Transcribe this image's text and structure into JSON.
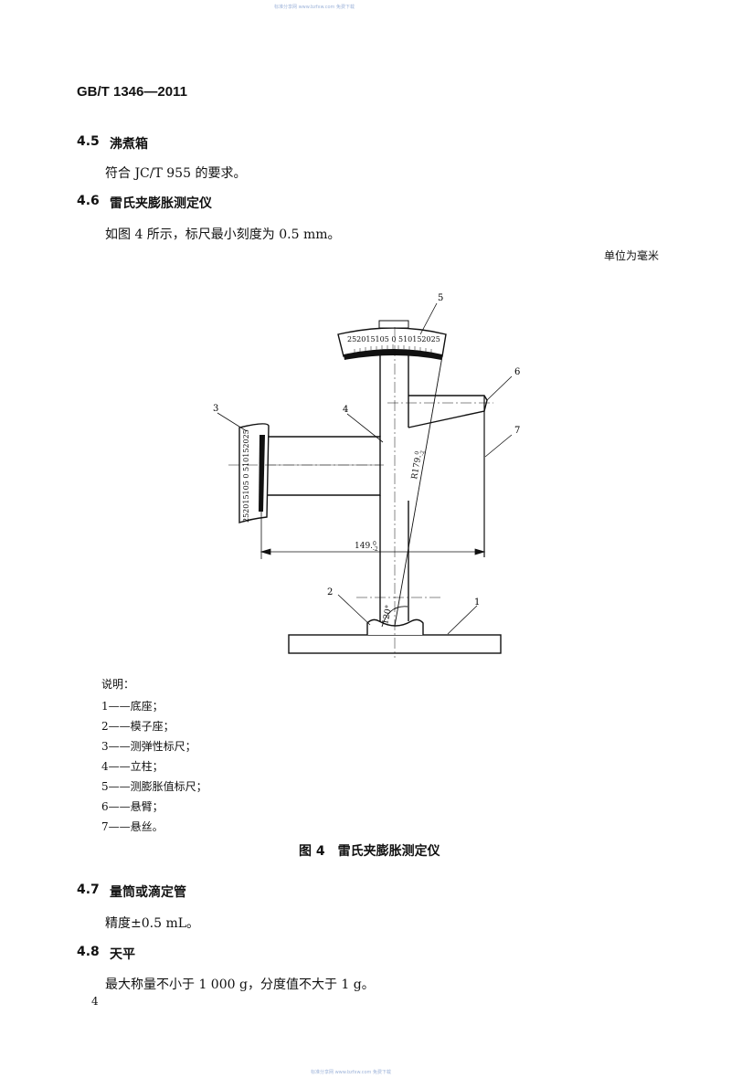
{
  "watermark": "标准分享网 www.bzfxw.com 免费下载",
  "header": {
    "standard_id": "GB/T 1346—2011"
  },
  "sections": [
    {
      "num": "4.5",
      "title": "沸煮箱",
      "body": "符合 JC/T 955 的要求。"
    },
    {
      "num": "4.6",
      "title": "雷氏夹膨胀测定仪",
      "body": "如图 4 所示，标尺最小刻度为 0.5 mm。"
    },
    {
      "num": "4.7",
      "title": "量筒或滴定管",
      "body": "精度±0.5 mL。"
    },
    {
      "num": "4.8",
      "title": "天平",
      "body": "最大称量不小于 1 000 g，分度值不大于 1 g。"
    }
  ],
  "figure": {
    "unit_note": "单位为毫米",
    "scale_text": "252015105 0 510152025",
    "dim_width_main": "149.",
    "dim_width_tol": "0/-2",
    "dim_radius_main": "R179.",
    "dim_radius_tol": "0/-2",
    "dim_angle": "120°",
    "callouts": [
      "1",
      "2",
      "3",
      "4",
      "5",
      "6",
      "7"
    ]
  },
  "legend": {
    "title": "说明：",
    "items": [
      "1——底座；",
      "2——模子座；",
      "3——测弹性标尺；",
      "4——立柱；",
      "5——测膨胀值标尺；",
      "6——悬臂；",
      "7——悬丝。"
    ]
  },
  "caption": "图 4　雷氏夹膨胀测定仪",
  "page_number": "4"
}
